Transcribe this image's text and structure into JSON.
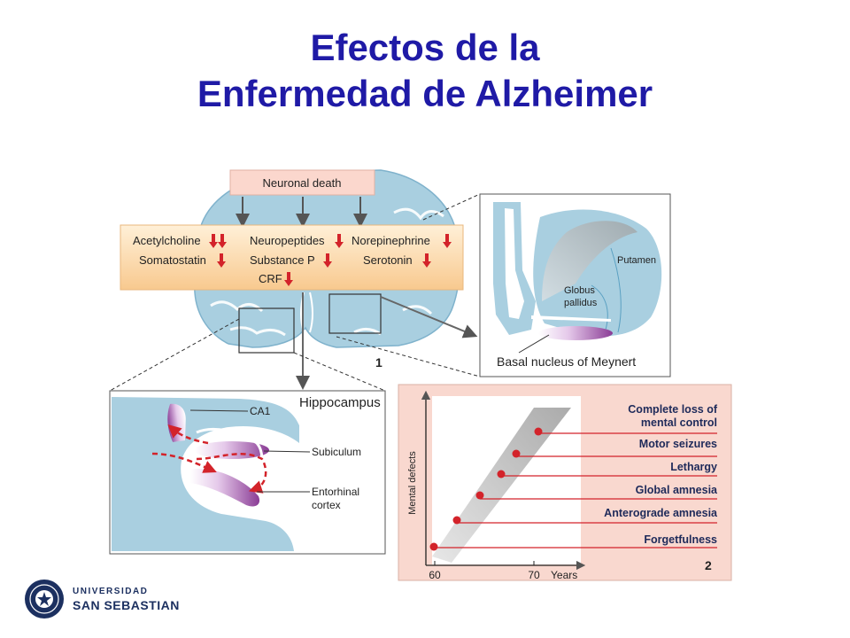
{
  "title": {
    "line1": "Efectos de la",
    "line2": "Enfermedad de Alzheimer"
  },
  "diagram": {
    "neuronal_death": "Neuronal death",
    "neurotransmitters": {
      "acetylcholine": "Acetylcholine",
      "somatostatin": "Somatostatin",
      "neuropeptides": "Neuropeptides",
      "substance_p": "Substance P",
      "crf": "CRF",
      "norepinephrine": "Norepinephrine",
      "serotonin": "Serotonin"
    },
    "panel1": {
      "putamen": "Putamen",
      "globus_line1": "Globus",
      "globus_line2": "pallidus",
      "basal_nucleus": "Basal nucleus of Meynert",
      "number": "1"
    },
    "hippocampus": {
      "title": "Hippocampus",
      "ca1": "CA1",
      "subiculum": "Subiculum",
      "entorhinal_line1": "Entorhinal",
      "entorhinal_line2": "cortex"
    },
    "panel2": {
      "ylabel": "Mental defects",
      "x_tick_60": "60",
      "x_tick_70": "70",
      "x_unit": "Years",
      "number": "2",
      "stages": [
        {
          "line1": "Complete loss of",
          "line2": "mental control"
        },
        {
          "line1": "Motor seizures"
        },
        {
          "line1": "Lethargy"
        },
        {
          "line1": "Global amnesia"
        },
        {
          "line1": "Anterograde amnesia"
        },
        {
          "line1": "Forgetfulness"
        }
      ]
    }
  },
  "logo": {
    "line1": "UNIVERSIDAD",
    "line2": "SAN SEBASTIAN"
  },
  "colors": {
    "title": "#1f1aa6",
    "brain": "#a9cfe0",
    "arrow_red": "#d3232a",
    "stage_line": "#d3232a",
    "panel_bg": "#f9d8cf"
  }
}
